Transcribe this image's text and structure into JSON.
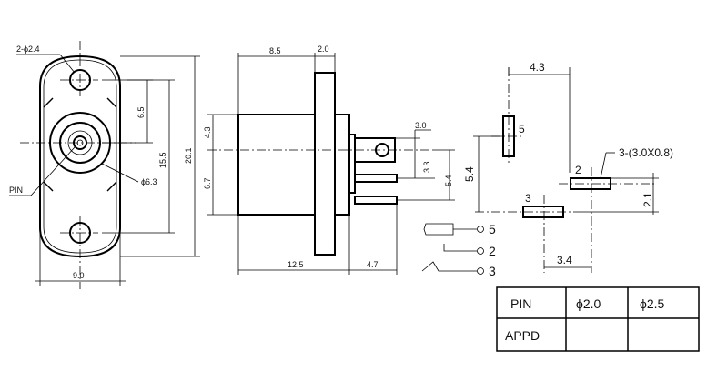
{
  "front_view": {
    "hole_callout": "2-ϕ2.4",
    "pin_label": "PIN",
    "center_dia": "ϕ6.3",
    "dim_hole_offset": "6.5",
    "dim_hole_pitch": "15.5",
    "dim_height": "20.1",
    "dim_width": "9.0"
  },
  "side_view": {
    "dim_body": "8.5",
    "dim_flange": "2.0",
    "dim_upper": "4.3",
    "dim_lower": "6.7",
    "dim_pin_w": "3.0",
    "dim_pin_h": "3.3",
    "dim_pin_offset": "5.4",
    "dim_total": "12.5",
    "dim_tail": "4.7"
  },
  "footprint": {
    "dim_top": "4.3",
    "dim_left": "5.4",
    "dim_slot_h": "2.1",
    "dim_bottom": "3.4",
    "pad_callout": "3-(3.0X0.8)",
    "pad_5": "5",
    "pad_2": "2",
    "pad_3": "3"
  },
  "schematic": {
    "pin_5": "5",
    "pin_2": "2",
    "pin_3": "3"
  },
  "table": {
    "header": [
      "PIN",
      "ϕ2.0",
      "ϕ2.5"
    ],
    "row_label": "APPD"
  }
}
